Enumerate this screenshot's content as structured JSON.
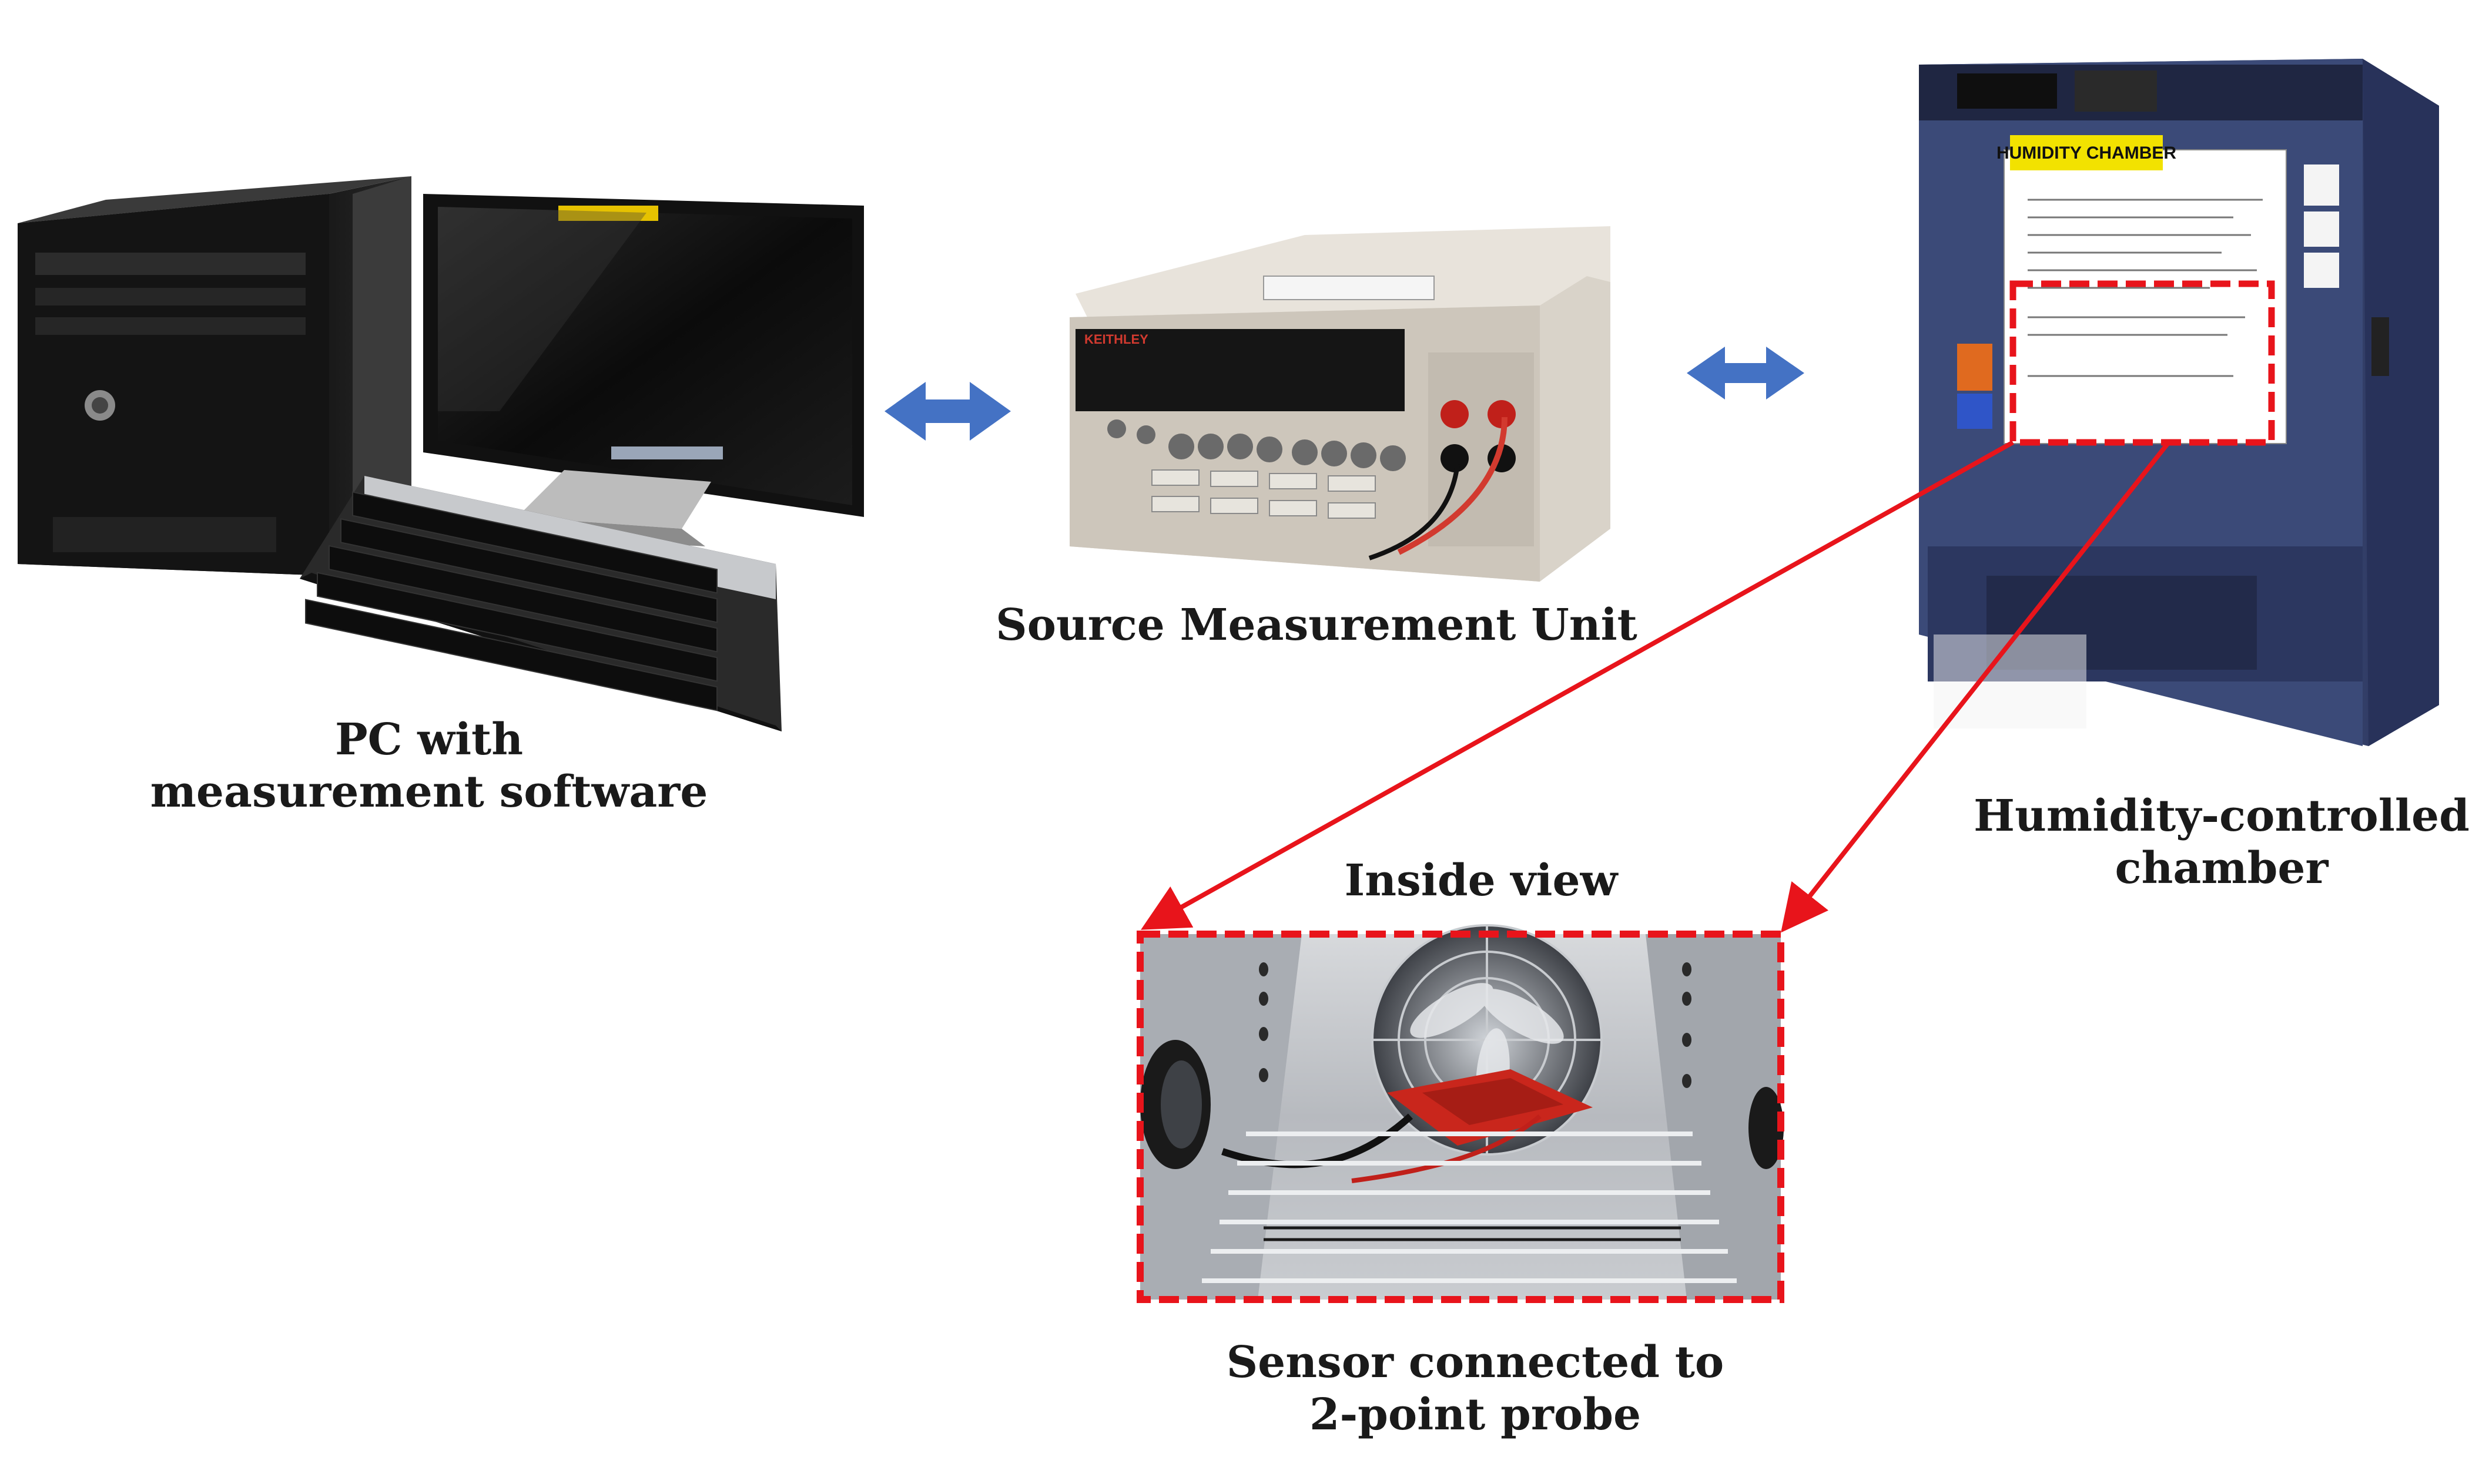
{
  "labels": {
    "pc_line1": "PC with",
    "pc_line2": "measurement software",
    "smu": "Source Measurement Unit",
    "chamber_line1": "Humidity-controlled",
    "chamber_line2": "chamber",
    "inside_view": "Inside view",
    "sensor_line1": "Sensor connected to",
    "sensor_line2": "2-point probe"
  },
  "chamber_sign": "HUMIDITY CHAMBER",
  "smu_brand": "KEITHLEY",
  "colors": {
    "arrow": "#4472c4",
    "highlight": "#e8141b",
    "chamber_body": "#3b4a78",
    "smu_body": "#d9d3c9"
  }
}
